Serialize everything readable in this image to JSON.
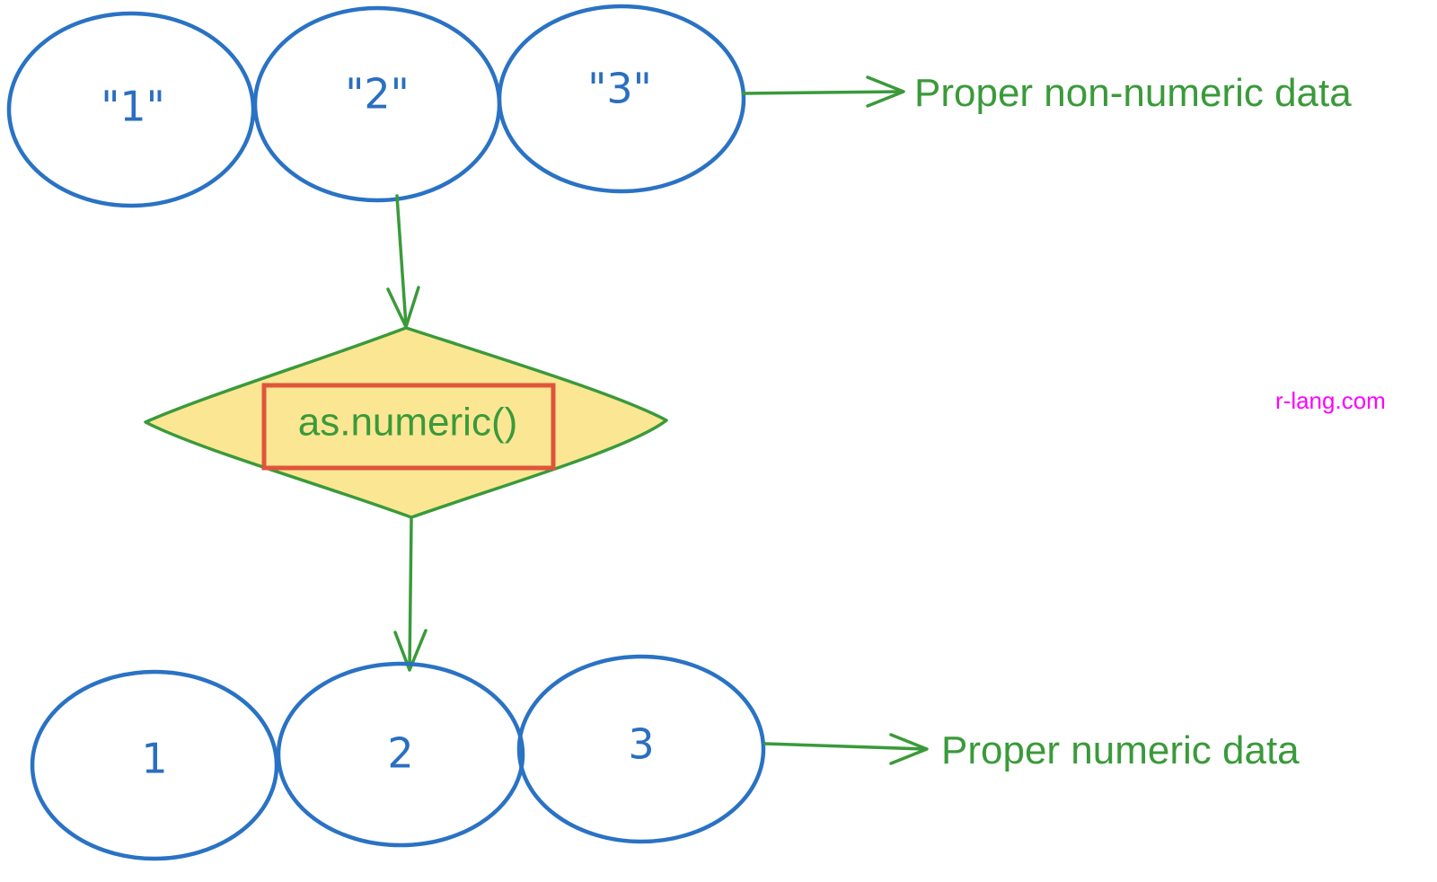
{
  "top_row": {
    "items": [
      "\"1\"",
      "\"2\"",
      "\"3\""
    ],
    "label": "Proper non-numeric data"
  },
  "function": {
    "label": "as.numeric()"
  },
  "bottom_row": {
    "items": [
      "1",
      "2",
      "3"
    ],
    "label": "Proper numeric data"
  },
  "watermark": "r-lang.com",
  "colors": {
    "ellipse_stroke": "#2a72c4",
    "arrow_and_text": "#3a9a3a",
    "diamond_fill": "#fbe694",
    "function_box": "#e0553a",
    "watermark": "#ff00ff"
  }
}
